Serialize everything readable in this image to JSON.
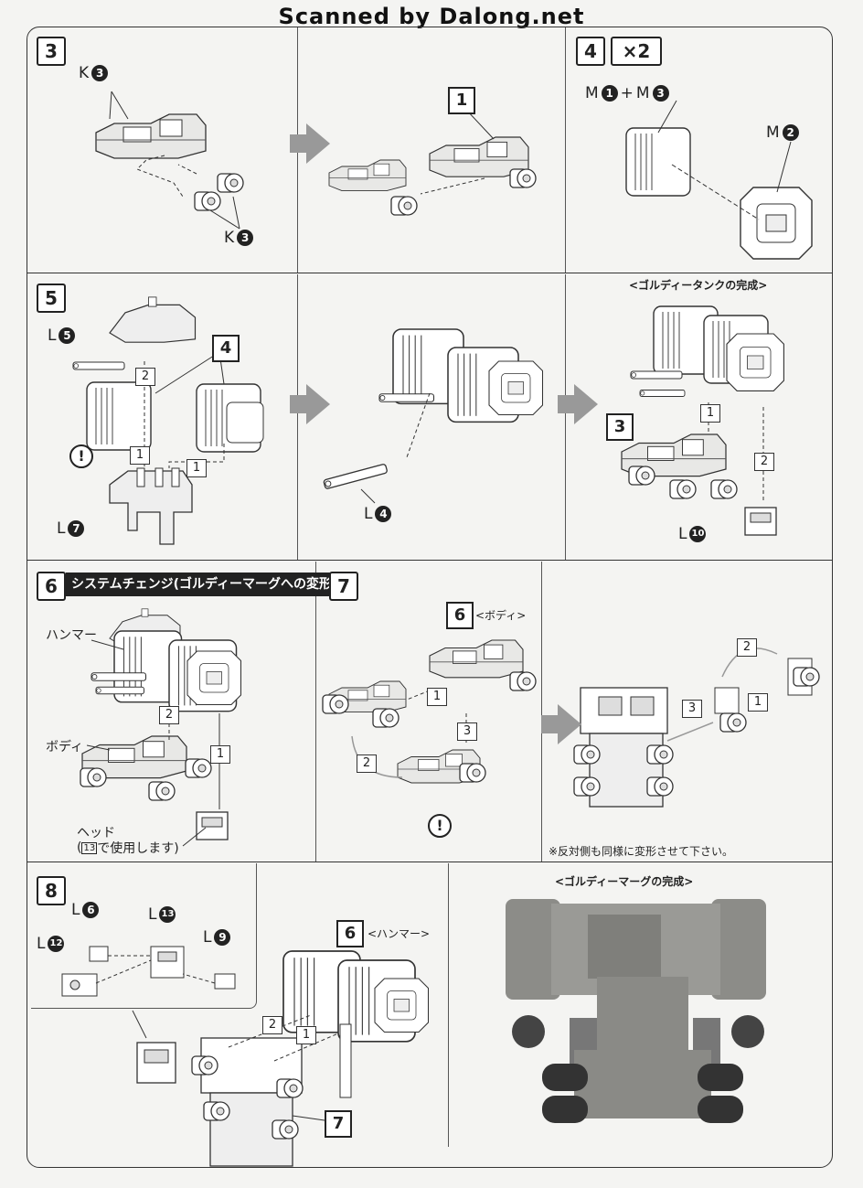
{
  "header": {
    "scan_credit": "Scanned by Dalong.net"
  },
  "colors": {
    "line": "#333333",
    "arrow": "#999999",
    "paper": "#f4f4f2",
    "photo": "#7c7c78"
  },
  "icons": [
    "right-arrow-icon",
    "caution-icon"
  ],
  "step3": {
    "number": "3",
    "labels": [
      {
        "letter": "K",
        "num": "3"
      },
      {
        "letter": "K",
        "num": "3"
      }
    ],
    "ref": "1"
  },
  "step4": {
    "number": "4",
    "multiplier": "×2",
    "label_a": {
      "letter": "M",
      "num1": "1",
      "plus": "+",
      "num2": "3"
    },
    "label_b": {
      "letter": "M",
      "num": "2"
    }
  },
  "step5": {
    "number": "5",
    "labels": [
      {
        "letter": "L",
        "num": "5"
      },
      {
        "letter": "L",
        "num": "7"
      },
      {
        "letter": "L",
        "num": "4"
      },
      {
        "letter": "L",
        "num": "10"
      }
    ],
    "ref_parts": [
      "4",
      "3"
    ],
    "seq": [
      "2",
      "1",
      "1",
      "1",
      "2"
    ],
    "caption": "<ゴルディータンクの完成>"
  },
  "step6": {
    "number": "6",
    "banner": "システムチェンジ(ゴルディーマーグへの変形)",
    "labels": {
      "hammer": "ハンマー",
      "body": "ボディ",
      "head": "ヘッド",
      "head_note_num": "13",
      "head_note": "で使用します)"
    },
    "seq": [
      "2",
      "1"
    ]
  },
  "step7": {
    "number": "7",
    "ref": "6",
    "ref_caption": "<ボディ>",
    "seq": [
      "1",
      "3",
      "2",
      "2",
      "3",
      "1"
    ],
    "note": "※反対側も同様に変形させて下さい。"
  },
  "step8": {
    "number": "8",
    "labels": [
      {
        "letter": "L",
        "num": "6"
      },
      {
        "letter": "L",
        "num": "13"
      },
      {
        "letter": "L",
        "num": "12"
      },
      {
        "letter": "L",
        "num": "9"
      }
    ],
    "ref_hammer": "6",
    "ref_hammer_caption": "<ハンマー>",
    "ref_body": "7",
    "seq": [
      "2",
      "1"
    ],
    "caption": "<ゴルディーマーグの完成>"
  }
}
